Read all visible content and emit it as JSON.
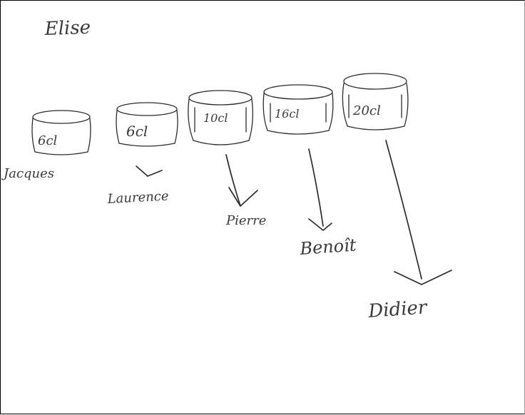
{
  "title": "Elise",
  "cups": [
    {
      "label": "6cl"
    },
    {
      "label": "6cl"
    },
    {
      "label": "10cl"
    },
    {
      "label": "16cl"
    },
    {
      "label": "20cl"
    }
  ],
  "names": [
    "Jacques",
    "Laurence",
    "Pierre",
    "Benoît",
    "Didier"
  ]
}
